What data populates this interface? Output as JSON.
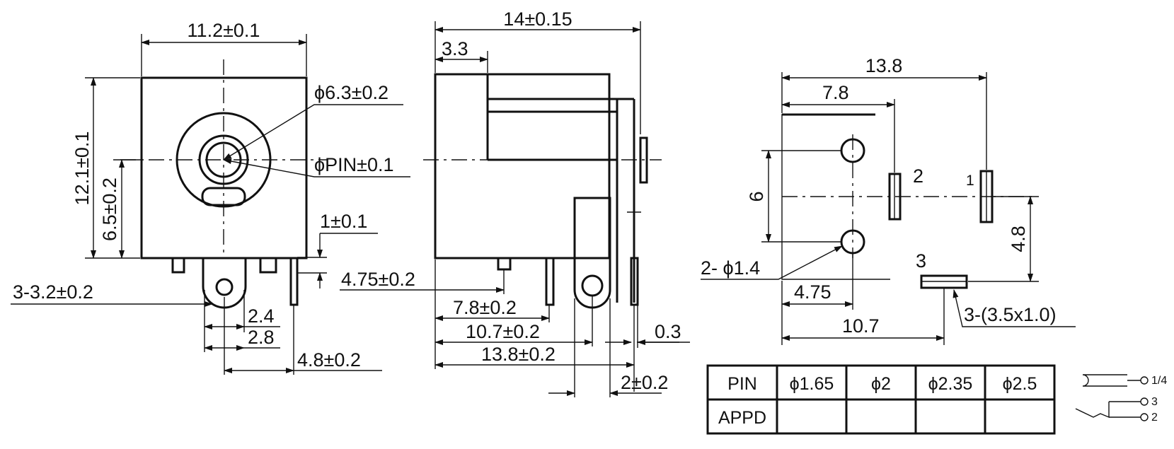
{
  "colors": {
    "ink": "#111111",
    "paper": "#ffffff"
  },
  "front_view": {
    "dim_width": "11.2±0.1",
    "dim_height": "12.1±0.1",
    "dim_center_height": "6.5±0.2",
    "dim_bore": "ϕ6.3±0.2",
    "dim_pin": "ϕPIN±0.1",
    "dim_pin_offset": "1±0.1",
    "dim_hole": "3-3.2±0.2",
    "dim_2_4": "2.4",
    "dim_2_8": "2.8",
    "dim_4_8": "4.8±0.2"
  },
  "side_view": {
    "dim_length": "14±0.15",
    "dim_3_3": "3.3",
    "dim_4_75": "4.75±0.2",
    "dim_7_8": "7.8±0.2",
    "dim_10_7": "10.7±0.2",
    "dim_13_8": "13.8±0.2",
    "dim_0_3": "0.3",
    "dim_2": "2±0.2"
  },
  "pcb_layout": {
    "dim_13_8": "13.8",
    "dim_7_8": "7.8",
    "dim_6": "6",
    "dim_4_8": "4.8",
    "dim_4_75": "4.75",
    "dim_10_7": "10.7",
    "holes_label": "2- ϕ1.4",
    "slots_label": "3-(3.5x1.0)",
    "pin_1": "1",
    "pin_2": "2",
    "pin_3": "3"
  },
  "pin_table": {
    "header": [
      "PIN",
      "ϕ1.65",
      "ϕ2",
      "ϕ2.35",
      "ϕ2.5"
    ],
    "rows": [
      [
        "APPD",
        "",
        "",
        "",
        ""
      ]
    ]
  },
  "schematic_legend": {
    "label_top": "1/4",
    "label_mid": "3",
    "label_bottom": "2"
  }
}
